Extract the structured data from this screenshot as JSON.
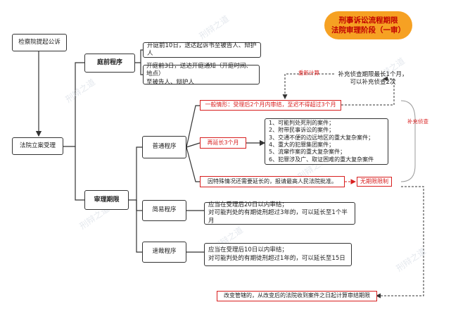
{
  "title": {
    "line1": "刑事诉讼流程期限",
    "line2": "法院审理阶段（一审）"
  },
  "nodes": {
    "prosecution": "检察院提起公诉",
    "case_filing": "法院立案受理",
    "pretrial": "庭前程序",
    "pretrial_item1": "开庭前10日，送达起诉书至被告人、辩护人",
    "pretrial_item2_line1": "开庭前3日，送达开庭通知（开庭时间、地点）",
    "pretrial_item2_line2": "至被告人、辩护人",
    "trial_period": "审理期限",
    "ordinary": "普通程序",
    "summary": "简易程序",
    "expedited": "速裁程序",
    "general_case": "一般情形：受理后2个月内审结，至迟不得超过3个月",
    "extend_3_months": "再延长3个月",
    "extend_cases": [
      "1、可能判处死刑的案件；",
      "2、附带民事诉讼的案件；",
      "3、交通不便的边远地区的重大复杂案件；",
      "4、重大的犯罪集团案件；",
      "5、流窜作案的重大复杂案件；",
      "6、犯罪涉及广、取证困难的重大复杂案件"
    ],
    "special_extension": "因特殊情况还需要延长的，报请最高人民法院批准。",
    "no_limit": "无期限限制",
    "supplementary_line1": "补充侦查期限最长1个月，",
    "supplementary_line2": "可以补充侦查2次",
    "recalculate": "重新计算",
    "supplementary_investigation": "补充侦查",
    "summary_line1": "应当在受理后20日以内审结；",
    "summary_line2": "对可能判处的有期徒刑超过3年的，可以延长至1个半月",
    "expedited_line1": "应当在受理后10日以内审结；",
    "expedited_line2": "对可能判处的有期徒刑超过1年的，可以延长至15日",
    "jurisdiction_change": "改变管辖的，从改变后的法院收到案件之日起计算审结期限"
  },
  "watermark": "刑辩之道",
  "colors": {
    "line": "#333333",
    "accent_red": "#d81e1e",
    "title_bg": "#f6a123",
    "title_text": "#c00000"
  }
}
